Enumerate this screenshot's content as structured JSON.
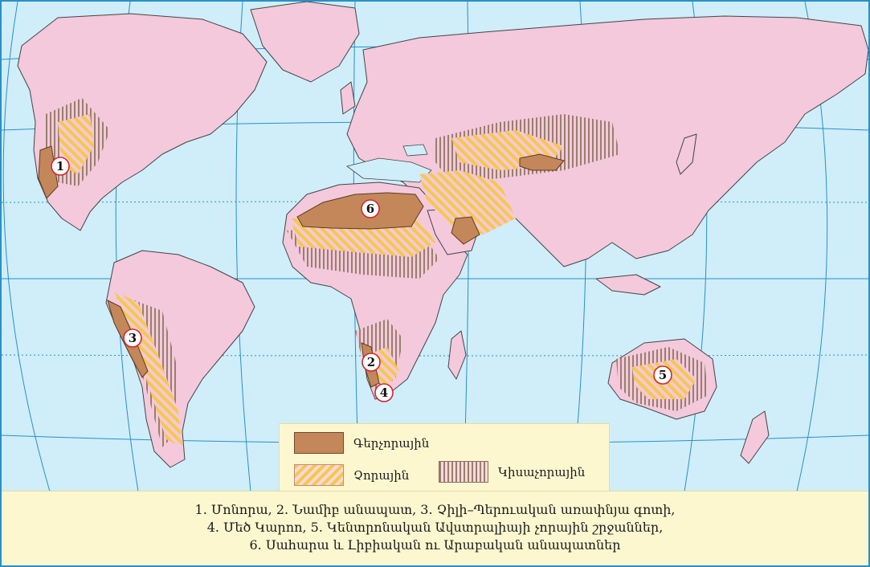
{
  "legend": {
    "hyperarid": {
      "label": "Գերչորային",
      "color": "#c4875a"
    },
    "arid": {
      "label": "Չորային",
      "color": "#f6c84a"
    },
    "semiarid": {
      "label": "Կիսաչորային",
      "color": "#9a7f6d"
    }
  },
  "markers": [
    {
      "number": "1",
      "region": "Մոնորա"
    },
    {
      "number": "2",
      "region": "Նամիբ անապատ"
    },
    {
      "number": "3",
      "region": "Չիլի–Պերուական առափնյա գոտի"
    },
    {
      "number": "4",
      "region": "Մեծ Կարոո"
    },
    {
      "number": "5",
      "region": "Կենտրոնական Ավստրալիայի չորային շրջաններ"
    },
    {
      "number": "6",
      "region": "Սահարա և Լիբիական ու Արաբական անապատներ"
    }
  ],
  "caption": {
    "line1": "1. Մոնորա, 2. Նամիբ անապատ, 3. Չիլի–Պերուական առափնյա գոտի,",
    "line2": "4. Մեծ Կարոո, 5. Կենտրոնական Ավստրալիայի չորային շրջաններ,",
    "line3": "6. Սահարա և Լիբիական ու Արաբական անապատներ"
  },
  "colors": {
    "ocean": "#cfeefa",
    "land": "#f3c9db",
    "grid": "#2a8fc7",
    "coast": "#444444",
    "marker_ring": "#d0262f",
    "legend_bg": "#fdf7d0"
  }
}
